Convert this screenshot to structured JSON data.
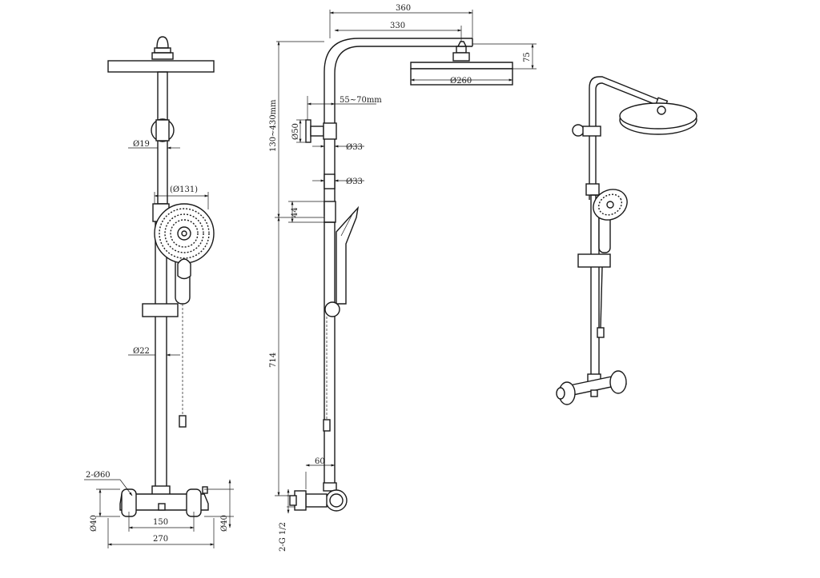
{
  "dimensions": {
    "front": {
      "pipe_dia": "Ø19",
      "handshower_dia": "(Ø131)",
      "slide_bar_dia": "Ø22",
      "inlet_label": "2-Ø60",
      "inlet_center": "150",
      "overall_width": "270",
      "left_body_dia": "Ø40",
      "right_body_dia": "Ø40"
    },
    "side": {
      "arm_length_outer": "360",
      "arm_length_inner": "330",
      "head_height": "75",
      "head_dia": "Ø260",
      "wall_offset": "55~70mm",
      "bracket_dia": "Ø50",
      "range_vertical": "130~430mm",
      "pipe_dia_upper": "Ø33",
      "pipe_dia_lower": "Ø33",
      "bracket_height": "44",
      "total_height": "714",
      "inlet_offset": "60",
      "thread": "2-G 1/2"
    }
  }
}
